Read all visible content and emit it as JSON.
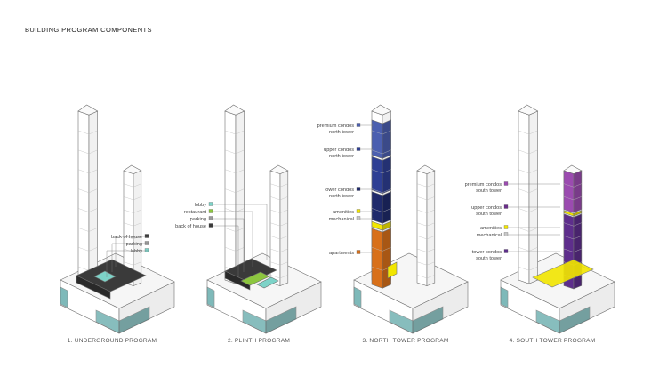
{
  "title": "BUILDING PROGRAM COMPONENTS",
  "colors": {
    "back_of_house": "#3a3a3a",
    "parking": "#9a9a9a",
    "lobby": "#7dd3c8",
    "restaurant": "#8cc63f",
    "premium_condos_north": "#4b5fb0",
    "upper_condos_north": "#2e3f94",
    "lower_condos_north": "#1f2a6b",
    "amenities": "#f2e600",
    "mechanical": "#c8c8c8",
    "apartments": "#d8701a",
    "premium_condos_south": "#9b4bb0",
    "upper_condos_south": "#6a2d8a",
    "tower_condos_south": "#5e2e8c",
    "glass": "#5fa8a8"
  },
  "diagrams": [
    {
      "caption": "1. UNDERGROUND PROGRAM",
      "legend": [
        {
          "label": "back of house",
          "color": "#3a3a3a"
        },
        {
          "label": "parking",
          "color": "#9a9a9a"
        },
        {
          "label": "lobby",
          "color": "#7dd3c8"
        }
      ]
    },
    {
      "caption": "2. PLINTH PROGRAM",
      "legend": [
        {
          "label": "lobby",
          "color": "#7dd3c8"
        },
        {
          "label": "restaurant",
          "color": "#8cc63f"
        },
        {
          "label": "parking",
          "color": "#9a9a9a"
        },
        {
          "label": "back of house",
          "color": "#3a3a3a"
        }
      ]
    },
    {
      "caption": "3. NORTH TOWER PROGRAM",
      "legend": [
        {
          "label": "premium condos",
          "label2": "north tower",
          "color": "#4b5fb0"
        },
        {
          "label": "upper condos",
          "label2": "north tower",
          "color": "#2e3f94"
        },
        {
          "label": "lower condos",
          "label2": "north tower",
          "color": "#1f2a6b"
        },
        {
          "label": "amenities",
          "color": "#f2e600"
        },
        {
          "label": "mechanical",
          "color": "#c8c8c8"
        },
        {
          "label": "apartments",
          "color": "#d8701a"
        }
      ]
    },
    {
      "caption": "4. SOUTH TOWER PROGRAM",
      "legend": [
        {
          "label": "premium condos",
          "label2": "south tower",
          "color": "#9b4bb0"
        },
        {
          "label": "upper condos",
          "label2": "south tower",
          "color": "#6a2d8a"
        },
        {
          "label": "amenities",
          "color": "#f2e600"
        },
        {
          "label": "mechanical",
          "color": "#c8c8c8"
        },
        {
          "label": "tower condos",
          "label2": "south tower",
          "color": "#5e2e8c"
        }
      ]
    }
  ]
}
